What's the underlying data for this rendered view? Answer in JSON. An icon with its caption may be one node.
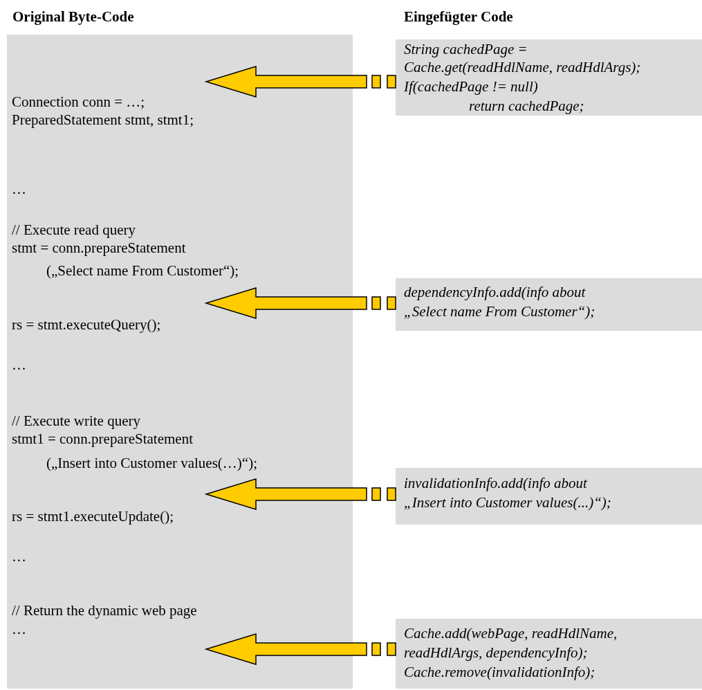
{
  "diagram": {
    "nodes": [
      {
        "text": [
          "Connection conn = …;",
          "PreparedStatement stmt, stmt1;",
          "…",
          "// Execute read query",
          "stmt = conn.prepareStatement",
          "(„Select name From Customer“);",
          "rs = stmt.executeQuery();",
          "…",
          "// Execute write query",
          "stmt1 = conn.prepareStatement",
          "(„Insert into Customer values(…)“);",
          "rs = stmt1.executeUpdate();",
          "…",
          "// Return the dynamic web page",
          "…"
        ],
        "beside": [
          "Original Byte-Code"
        ]
      },
      {
        "text": [
          "String cachedPage =",
          "Cache.get(readHdlName, readHdlArgs);",
          "If(cachedPage != null)",
          "return cachedPage;"
        ]
      },
      {
        "text": [
          "dependencyInfo.add(info about",
          "„Select name From Customer“);"
        ]
      },
      {
        "text": [
          "invalidationInfo.add(info about",
          "„Insert into Customer values(...)“);"
        ]
      },
      {
        "text": [
          "Cache.add(webPage, readHdlName,",
          "readHdlArgs, dependencyInfo);",
          "Cache.remove(invalidationInfo);"
        ]
      }
    ],
    "edges": [
      {
        "from": 1,
        "to": null,
        "arrow": "to"
      },
      {
        "from": 2,
        "to": null,
        "arrow": "to"
      },
      {
        "from": 3,
        "to": null,
        "arrow": "to"
      },
      {
        "from": 4,
        "to": null,
        "arrow": "to"
      }
    ],
    "labels": [
      "Eingefügter Code"
    ]
  }
}
